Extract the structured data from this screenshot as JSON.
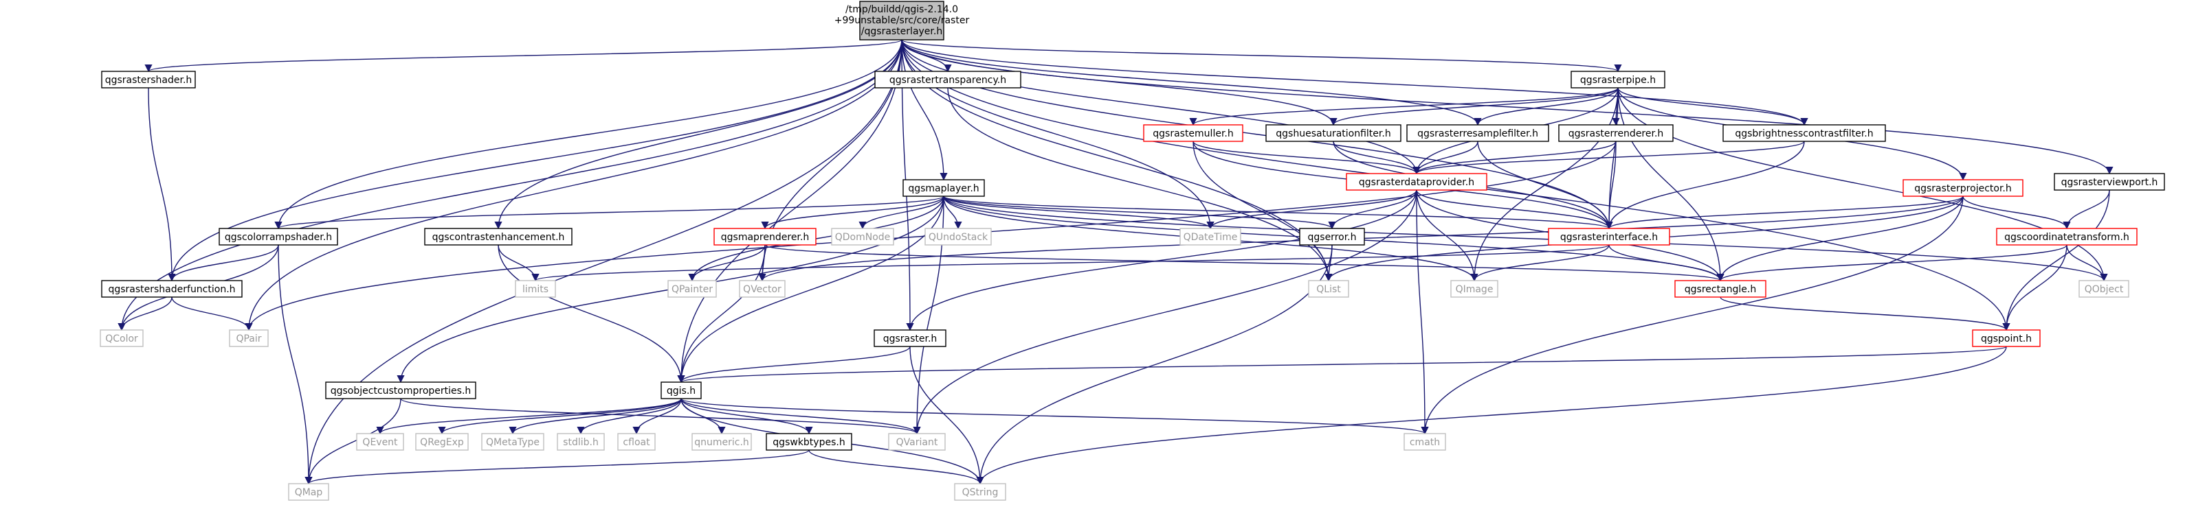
{
  "root": {
    "lines": [
      "/tmp/buildd/qgis-2.14.0",
      "+99unstable/src/core/raster",
      "/qgsrasterlayer.h"
    ]
  },
  "nodes": [
    {
      "id": "qgsrastershader",
      "label": "qgsrastershader.h",
      "style": "black"
    },
    {
      "id": "qgsrastertransparency",
      "label": "qgsrastertransparency.h",
      "style": "black"
    },
    {
      "id": "qgsrasterpipe",
      "label": "qgsrasterpipe.h",
      "style": "black"
    },
    {
      "id": "qgsrastermuller",
      "label": "qgsrastemuller.h",
      "style": "red"
    },
    {
      "id": "qgshuesaturationfilter",
      "label": "qgshuesaturationfilter.h",
      "style": "black"
    },
    {
      "id": "qgsrasterresamplefilter",
      "label": "qgsrasterresamplefilter.h",
      "style": "black"
    },
    {
      "id": "qgsrasterrenderer",
      "label": "qgsrasterrenderer.h",
      "style": "black"
    },
    {
      "id": "qgsbrightnesscontrastfilter",
      "label": "qgsbrightnesscontrastfilter.h",
      "style": "black"
    },
    {
      "id": "qgsrasterviewport",
      "label": "qgsrasterviewport.h",
      "style": "black"
    },
    {
      "id": "qgsrasterdataprovider",
      "label": "qgsrasterdataprovider.h",
      "style": "red"
    },
    {
      "id": "qgsmaplayer",
      "label": "qgsmaplayer.h",
      "style": "black"
    },
    {
      "id": "qgsrasterprojector",
      "label": "qgsrasterprojector.h",
      "style": "red"
    },
    {
      "id": "qgscolorrampshader",
      "label": "qgscolorrampshader.h",
      "style": "black"
    },
    {
      "id": "qgscontrastenhancement",
      "label": "qgscontrastenhancement.h",
      "style": "black"
    },
    {
      "id": "qgsmaprenderer",
      "label": "qgsmaprenderer.h",
      "style": "red"
    },
    {
      "id": "QDomNode",
      "label": "QDomNode",
      "style": "gray"
    },
    {
      "id": "QUndoStack",
      "label": "QUndoStack",
      "style": "gray"
    },
    {
      "id": "QDateTime",
      "label": "QDateTime",
      "style": "gray"
    },
    {
      "id": "qgserror",
      "label": "qgserror.h",
      "style": "black"
    },
    {
      "id": "qgsrasterinterface",
      "label": "qgsrasterinterface.h",
      "style": "red"
    },
    {
      "id": "qgscoordinatetransform",
      "label": "qgscoordinatetransform.h",
      "style": "red"
    },
    {
      "id": "qgsrastershaderfunction",
      "label": "qgsrastershaderfunction.h",
      "style": "black"
    },
    {
      "id": "limits",
      "label": "limits",
      "style": "gray"
    },
    {
      "id": "QPainter",
      "label": "QPainter",
      "style": "gray"
    },
    {
      "id": "QVector",
      "label": "QVector",
      "style": "gray"
    },
    {
      "id": "QList",
      "label": "QList",
      "style": "gray"
    },
    {
      "id": "QImage",
      "label": "QImage",
      "style": "gray"
    },
    {
      "id": "qgsrectangle",
      "label": "qgsrectangle.h",
      "style": "red"
    },
    {
      "id": "QObject",
      "label": "QObject",
      "style": "gray"
    },
    {
      "id": "QColor",
      "label": "QColor",
      "style": "gray"
    },
    {
      "id": "QPair",
      "label": "QPair",
      "style": "gray"
    },
    {
      "id": "qgsraster",
      "label": "qgsraster.h",
      "style": "black"
    },
    {
      "id": "qgspoint",
      "label": "qgspoint.h",
      "style": "red"
    },
    {
      "id": "qgsobjectcustomproperties",
      "label": "qgsobjectcustomproperties.h",
      "style": "black"
    },
    {
      "id": "qgis",
      "label": "qgis.h",
      "style": "black"
    },
    {
      "id": "QEvent",
      "label": "QEvent",
      "style": "gray"
    },
    {
      "id": "QRegExp",
      "label": "QRegExp",
      "style": "gray"
    },
    {
      "id": "QMetaType",
      "label": "QMetaType",
      "style": "gray"
    },
    {
      "id": "stdlib",
      "label": "stdlib.h",
      "style": "gray"
    },
    {
      "id": "cfloat",
      "label": "cfloat",
      "style": "gray"
    },
    {
      "id": "qnumeric",
      "label": "qnumeric.h",
      "style": "gray"
    },
    {
      "id": "qgswkbtypes",
      "label": "qgswkbtypes.h",
      "style": "black"
    },
    {
      "id": "QVariant",
      "label": "QVariant",
      "style": "gray"
    },
    {
      "id": "cmath",
      "label": "cmath",
      "style": "gray"
    },
    {
      "id": "QMap",
      "label": "QMap",
      "style": "gray"
    },
    {
      "id": "QString",
      "label": "QString",
      "style": "gray"
    }
  ],
  "edges": [
    [
      "root",
      "qgsrastershader"
    ],
    [
      "root",
      "qgsrastertransparency"
    ],
    [
      "root",
      "qgsrasterpipe"
    ],
    [
      "root",
      "qgsmaplayer"
    ],
    [
      "root",
      "qgscolorrampshader"
    ],
    [
      "root",
      "qgscontrastenhancement"
    ],
    [
      "root",
      "qgsrastershaderfunction"
    ],
    [
      "root",
      "QColor"
    ],
    [
      "root",
      "QPair"
    ],
    [
      "root",
      "QMap"
    ],
    [
      "root",
      "qgis"
    ],
    [
      "root",
      "qgsraster"
    ],
    [
      "root",
      "QVector"
    ],
    [
      "root",
      "QDateTime"
    ],
    [
      "root",
      "QList"
    ],
    [
      "root",
      "qgsrasterdataprovider"
    ],
    [
      "root",
      "qgshuesaturationfilter"
    ],
    [
      "root",
      "qgsrasterresamplefilter"
    ],
    [
      "root",
      "qgsbrightnesscontrastfilter"
    ],
    [
      "root",
      "qgsrasterinterface"
    ],
    [
      "root",
      "qgsrasterviewport"
    ],
    [
      "root",
      "qgspoint"
    ],
    [
      "qgsrastershader",
      "qgsrastershaderfunction"
    ],
    [
      "qgsrastertransparency",
      "QList"
    ],
    [
      "qgsrasterpipe",
      "qgsrastermuller"
    ],
    [
      "qgsrasterpipe",
      "qgshuesaturationfilter"
    ],
    [
      "qgsrasterpipe",
      "qgsrasterresamplefilter"
    ],
    [
      "qgsrasterpipe",
      "qgsrasterrenderer"
    ],
    [
      "qgsrasterpipe",
      "qgsbrightnesscontrastfilter"
    ],
    [
      "qgsrasterpipe",
      "qgsrasterprojector"
    ],
    [
      "qgsrasterpipe",
      "qgsrasterdataprovider"
    ],
    [
      "qgsrasterpipe",
      "qgsrasterinterface"
    ],
    [
      "qgsrasterpipe",
      "QObject"
    ],
    [
      "qgsrasterpipe",
      "qgsrectangle"
    ],
    [
      "qgsrasterpipe",
      "QImage"
    ],
    [
      "qgsrastermuller",
      "qgsrasterdataprovider"
    ],
    [
      "qgsrastermuller",
      "qgsrasterinterface"
    ],
    [
      "qgsrastermuller",
      "QList"
    ],
    [
      "qgshuesaturationfilter",
      "qgsrasterdataprovider"
    ],
    [
      "qgshuesaturationfilter",
      "qgsrasterinterface"
    ],
    [
      "qgsrasterresamplefilter",
      "qgsrasterdataprovider"
    ],
    [
      "qgsrasterresamplefilter",
      "qgsrasterinterface"
    ],
    [
      "qgsrasterrenderer",
      "qgsrasterdataprovider"
    ],
    [
      "qgsrasterrenderer",
      "qgsrasterinterface"
    ],
    [
      "qgsrasterrenderer",
      "QPair"
    ],
    [
      "qgsbrightnesscontrastfilter",
      "qgsrasterdataprovider"
    ],
    [
      "qgsbrightnesscontrastfilter",
      "qgsrasterinterface"
    ],
    [
      "qgsrasterviewport",
      "qgscoordinatetransform"
    ],
    [
      "qgsrasterviewport",
      "qgspoint"
    ],
    [
      "qgsrasterdataprovider",
      "qgsrasterinterface"
    ],
    [
      "qgsrasterdataprovider",
      "qgserror"
    ],
    [
      "qgsrasterdataprovider",
      "QDateTime"
    ],
    [
      "qgsrasterdataprovider",
      "QImage"
    ],
    [
      "qgsrasterdataprovider",
      "qgsrectangle"
    ],
    [
      "qgsrasterdataprovider",
      "qgsraster"
    ],
    [
      "qgsrasterdataprovider",
      "QVariant"
    ],
    [
      "qgsrasterdataprovider",
      "cmath"
    ],
    [
      "qgsmaplayer",
      "qgscolorrampshader"
    ],
    [
      "qgsmaplayer",
      "qgsmaprenderer"
    ],
    [
      "qgsmaplayer",
      "QDomNode"
    ],
    [
      "qgsmaplayer",
      "QUndoStack"
    ],
    [
      "qgsmaplayer",
      "QDateTime"
    ],
    [
      "qgsmaplayer",
      "qgserror"
    ],
    [
      "qgsmaplayer",
      "qgsobjectcustomproperties"
    ],
    [
      "qgsmaplayer",
      "qgis"
    ],
    [
      "qgsmaplayer",
      "QPainter"
    ],
    [
      "qgsmaplayer",
      "QVariant"
    ],
    [
      "qgsmaplayer",
      "qgsrectangle"
    ],
    [
      "qgsmaplayer",
      "QImage"
    ],
    [
      "qgsmaplayer",
      "QObject"
    ],
    [
      "qgsmaplayer",
      "qgsrasterinterface"
    ],
    [
      "qgsrasterprojector",
      "qgsrasterinterface"
    ],
    [
      "qgsrasterprojector",
      "qgscoordinatetransform"
    ],
    [
      "qgsrasterprojector",
      "qgsrectangle"
    ],
    [
      "qgsrasterprojector",
      "QVector"
    ],
    [
      "qgsrasterprojector",
      "QList"
    ],
    [
      "qgsrasterprojector",
      "cmath"
    ],
    [
      "qgscolorrampshader",
      "qgsrastershaderfunction"
    ],
    [
      "qgscolorrampshader",
      "QColor"
    ],
    [
      "qgscolorrampshader",
      "QMap"
    ],
    [
      "qgscontrastenhancement",
      "limits"
    ],
    [
      "qgscontrastenhancement",
      "qgis"
    ],
    [
      "qgsmaprenderer",
      "QPainter"
    ],
    [
      "qgsmaprenderer",
      "QVector"
    ],
    [
      "qgsmaprenderer",
      "qgis"
    ],
    [
      "qgsmaprenderer",
      "qgsrectangle"
    ],
    [
      "qgserror",
      "QList"
    ],
    [
      "qgserror",
      "QString"
    ],
    [
      "qgsrasterinterface",
      "qgsrectangle"
    ],
    [
      "qgsrasterinterface",
      "QImage"
    ],
    [
      "qgsrasterinterface",
      "limits"
    ],
    [
      "qgscoordinatetransform",
      "QObject"
    ],
    [
      "qgscoordinatetransform",
      "qgspoint"
    ],
    [
      "qgscoordinatetransform",
      "qgsrectangle"
    ],
    [
      "qgsrastershaderfunction",
      "QColor"
    ],
    [
      "qgsrastershaderfunction",
      "QPair"
    ],
    [
      "qgsrectangle",
      "qgspoint"
    ],
    [
      "qgsraster",
      "qgis"
    ],
    [
      "qgsraster",
      "QString"
    ],
    [
      "qgspoint",
      "qgis"
    ],
    [
      "qgspoint",
      "QString"
    ],
    [
      "qgsobjectcustomproperties",
      "QVariant"
    ],
    [
      "qgsobjectcustomproperties",
      "QMap"
    ],
    [
      "qgis",
      "QEvent"
    ],
    [
      "qgis",
      "QRegExp"
    ],
    [
      "qgis",
      "QMetaType"
    ],
    [
      "qgis",
      "stdlib"
    ],
    [
      "qgis",
      "cfloat"
    ],
    [
      "qgis",
      "qnumeric"
    ],
    [
      "qgis",
      "qgswkbtypes"
    ],
    [
      "qgis",
      "QVariant"
    ],
    [
      "qgis",
      "cmath"
    ],
    [
      "qgis",
      "QString"
    ],
    [
      "qgswkbtypes",
      "QString"
    ],
    [
      "qgswkbtypes",
      "QMap"
    ]
  ]
}
